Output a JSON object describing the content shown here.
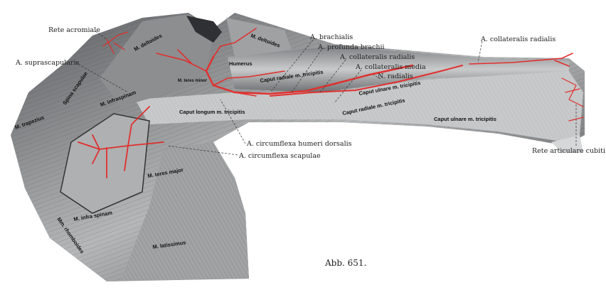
{
  "labels": {
    "rete_acromiale": "Rete acromiale",
    "a_suprascapularis": "A. suprascapularis",
    "a_brachialis": "A. brachialis",
    "a_profunda_brachii": "A. profunda brachii",
    "a_collateralis_radialis": "A. collateralis radialis",
    "a_collateralis_media": "A. collateralis media",
    "n_radialis": "N. radialis",
    "a_collateralis_radialis_2": "A. collateralis radialis",
    "rete_articulare_cubiti": "Rete articulare cubiti",
    "a_circumflexa_humeri_dorsalis": "A. circumflexa humeri dorsalis",
    "a_circumflexa_scapulae": "A. circumflexa scapulae"
  },
  "muscles": {
    "deltoides_1": "M. deltoides",
    "deltoides_2": "M. deltoides",
    "spina_scapulae": "Spina scapulae",
    "trapezius": "M. trapezius",
    "infraspinam_1": "M. infraspinam",
    "teres_minor": "M. teres minor",
    "humerus": "Humerus",
    "caput_radiale_1": "Caput radiale m. tricipitis",
    "caput_longum": "Caput longum m. tricipitis",
    "caput_ulnare_1": "Caput ulnare m. tricipitis",
    "caput_radiale_2": "Caput radiale m. tricipitis",
    "caput_ulnare_2": "Caput ulnare m. tricipitis",
    "teres_major": "M. teres major",
    "infraspinam_2": "M. infra spinam",
    "rhomboides": "Mm. rhomboides",
    "latissimus": "M. latissimus"
  },
  "caption": "Abb. 651.",
  "colors": {
    "artery": "#e0302e",
    "muscle": "#9a9c9e"
  }
}
